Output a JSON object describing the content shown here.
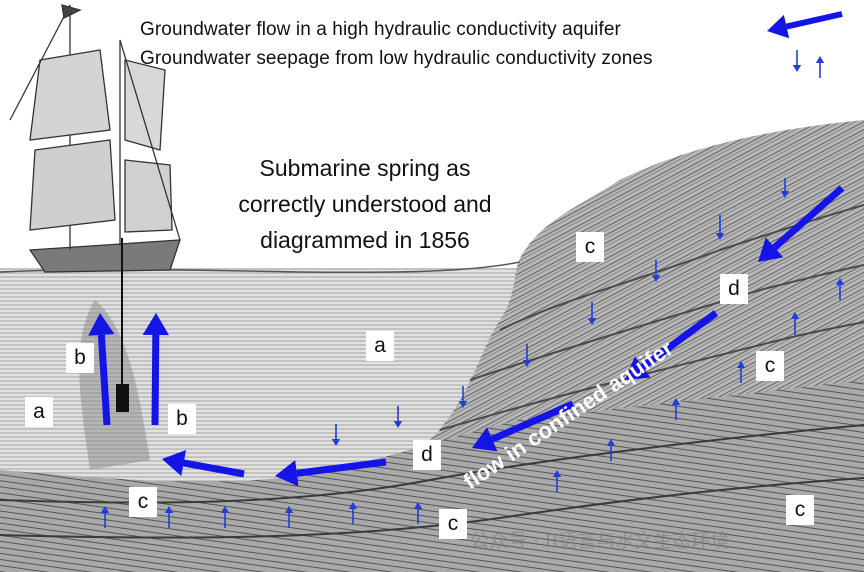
{
  "legend": {
    "flow_text": "Groundwater flow in a high hydraulic conductivity aquifer",
    "seepage_text": "Groundwater seepage from low hydraulic conductivity zones"
  },
  "title_lines": [
    "Submarine spring as",
    "correctly understood and",
    "diagrammed in 1856"
  ],
  "aquifer_label": "flow in confined aquifer",
  "zone_labels": {
    "a": "a",
    "b": "b",
    "c": "c",
    "d": "d"
  },
  "watermark": "公众号 · R语言与水文生态环境",
  "colors": {
    "flow_arrow": "#1414e6",
    "seepage_arrow": "#1f3fd6",
    "sea": "#c9c9c9",
    "rock": "#8a8a8a",
    "outline": "#333333"
  }
}
